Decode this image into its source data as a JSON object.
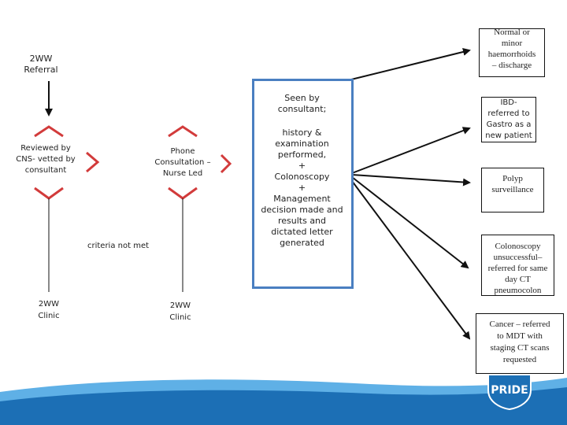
{
  "nodes": {
    "referral": "2WW\nReferral",
    "reviewed": "Reviewed by\nCNS- vetted by\nconsultant",
    "phone": "Phone\nConsultation –\nNurse Led",
    "seen_header": "Seen by\nconsultant;",
    "seen_body": "history &\nexamination\nperformed,\n+\nColonoscopy\n+\nManagement\ndecision made and\nresults and\ndictated letter\ngenerated",
    "criteria": "criteria not met",
    "clinic_left": "2WW\nClinic",
    "clinic_mid": "2WW\nClinic"
  },
  "outcomes": {
    "normal": "Normal or\nminor\nhaemorrhoids\n– discharge",
    "ibd": "IBD-\nreferred to\nGastro as a\nnew patient",
    "polyp": "Polyp\nsurveillance",
    "unsuccessful": "Colonoscopy\nunsuccessful–\nreferred for same\nday CT\npneumocolon",
    "cancer": "Cancer – referred\nto MDT with\nstaging CT scans\nrequested"
  },
  "logo": "PRIDE",
  "colors": {
    "chevron": "#d23b3b",
    "arrow": "#111111",
    "blue_box": "#4a7fc1",
    "footer_blue": "#1c6fb5",
    "footer_light": "#5fb0e6"
  }
}
